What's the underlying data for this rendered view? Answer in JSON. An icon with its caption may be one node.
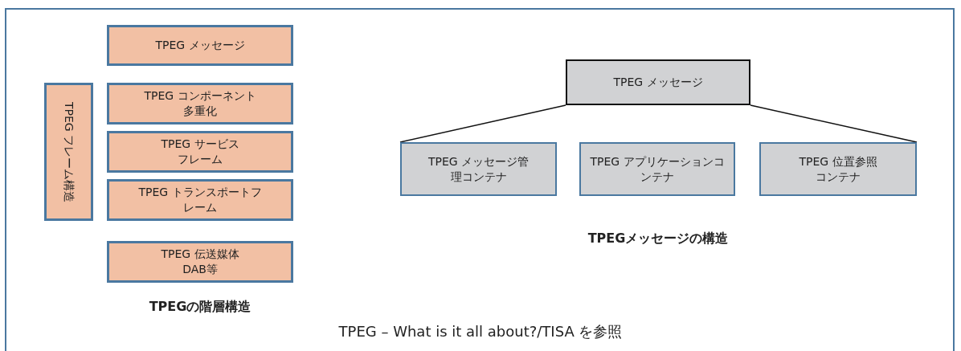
{
  "diagram": {
    "nodes": [
      {
        "text": [
          "TPEG メッセージ"
        ]
      },
      {
        "text": [
          "TPEG フレーム構造"
        ]
      },
      {
        "text": [
          "TPEG コンポーネント多重化"
        ]
      },
      {
        "text": [
          "TPEG サービスフレーム"
        ]
      },
      {
        "text": [
          "TPEG トランスポートフレーム"
        ]
      },
      {
        "text": [
          "TPEG 伝送媒体 DAB等"
        ]
      },
      {
        "text": [
          "TPEG メッセージ"
        ]
      },
      {
        "text": [
          "TPEG メッセージ管理コンテナ"
        ]
      },
      {
        "text": [
          "TPEG アプリケーションコンテナ"
        ]
      },
      {
        "text": [
          "TPEG 位置参照コンテナ"
        ]
      }
    ],
    "edges": [
      {
        "from": 6,
        "to": 7,
        "arrow": "none"
      },
      {
        "from": 6,
        "to": 9,
        "arrow": "none"
      }
    ],
    "labels": [
      "TPEGの階層構造",
      "TPEGメッセージの構造",
      "TPEG – What is it all about?/TISA を参照"
    ]
  }
}
